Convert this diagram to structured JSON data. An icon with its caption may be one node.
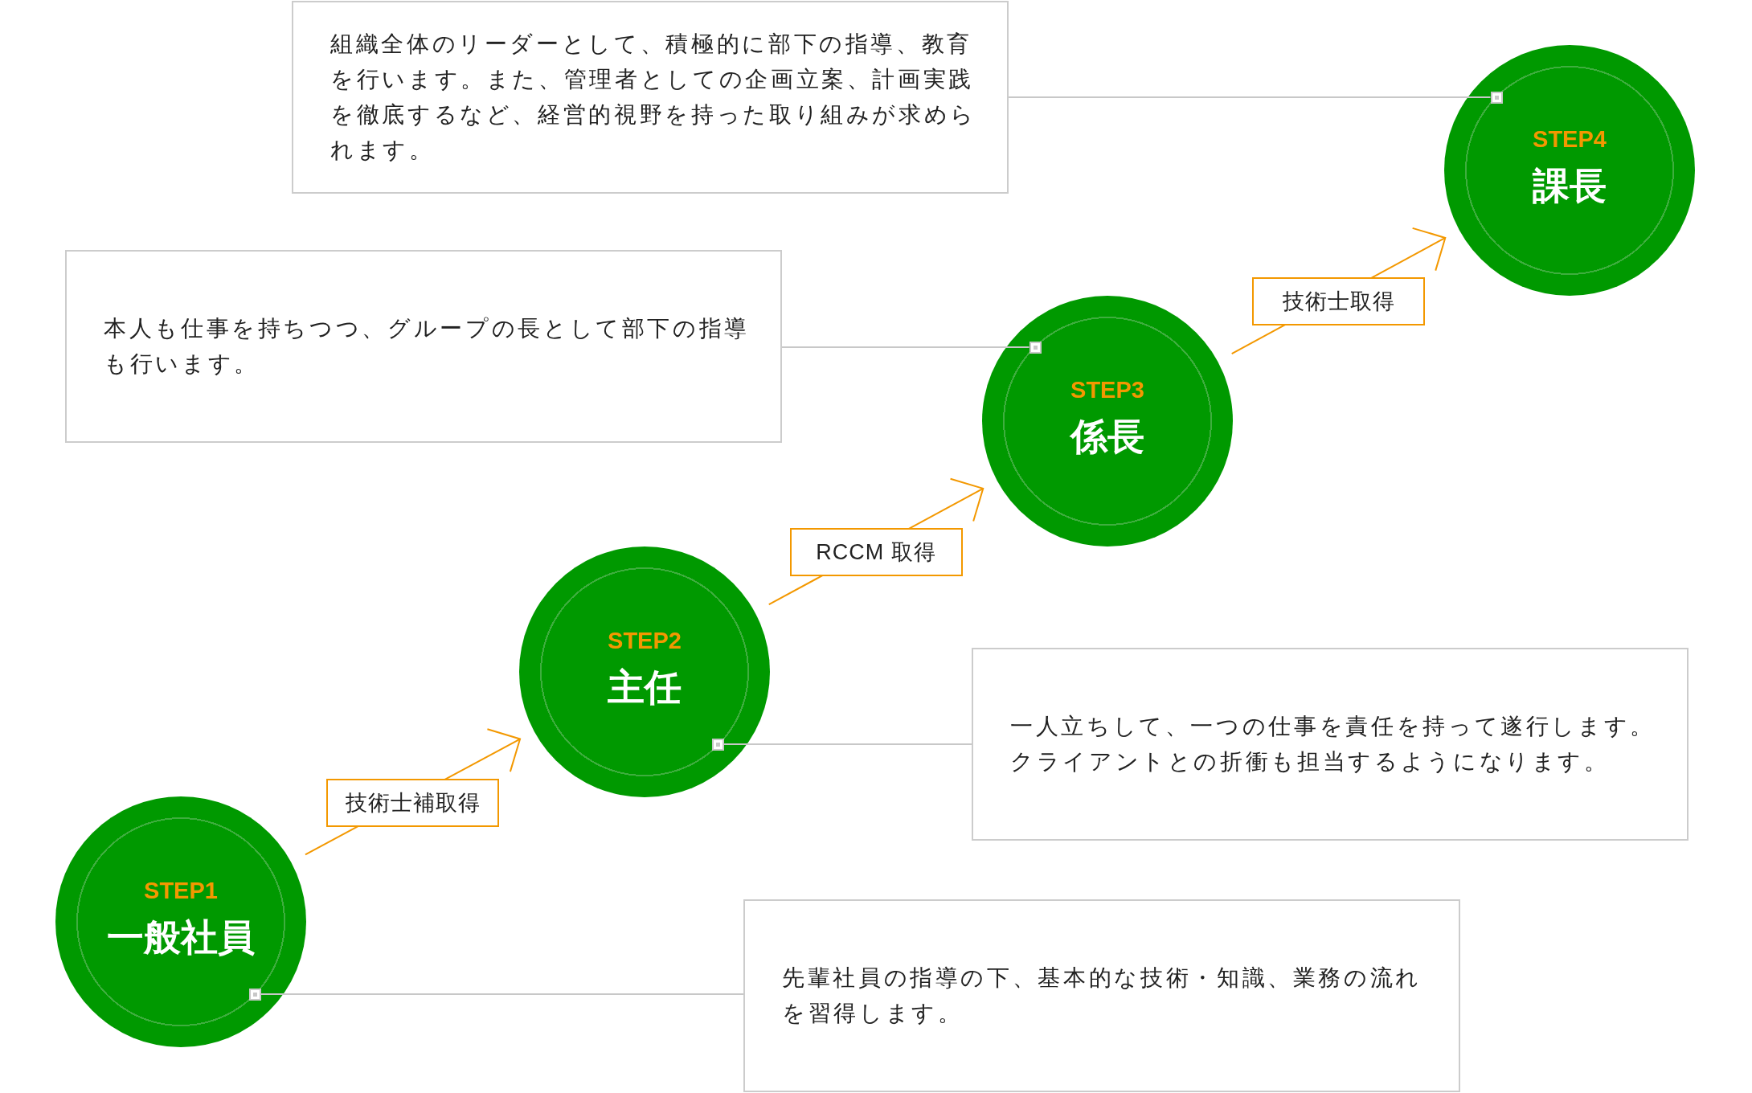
{
  "diagram": {
    "nodes": [
      {
        "text": [
          "組織全体のリーダーとして、積極的に部下の指導、教育を行います。また、管理者としての企画立案、計画実践を徹底するなど、経営的視野を持った取り組みが求められます。"
        ]
      },
      {
        "text": [
          "STEP4",
          "課長"
        ]
      },
      {
        "text": [],
        "shape": "box",
        "in": 1
      },
      {
        "text": [
          "本人も仕事を持ちつつ、グループの長として部下の指導も行います。"
        ]
      },
      {
        "text": [
          "STEP3",
          "係長"
        ]
      },
      {
        "text": [],
        "shape": "box",
        "in": 4
      },
      {
        "text": [
          "STEP2",
          "主任"
        ]
      },
      {
        "text": [],
        "shape": "box",
        "in": 6
      },
      {
        "text": [
          "一人立ちして、一つの仕事を責任を持って遂行します。クライアントとの折衝も担当するようになります。"
        ]
      },
      {
        "text": [
          "STEP1",
          "一般社員"
        ]
      },
      {
        "text": [],
        "shape": "box",
        "in": 9
      },
      {
        "text": [
          "先輩社員の指導の下、基本的な技術・知識、業務の流れを習得します。"
        ]
      }
    ],
    "edges": [
      {
        "from": 0,
        "to": 2,
        "arrow": "none"
      },
      {
        "from": 3,
        "to": 5,
        "arrow": "none"
      },
      {
        "from": 8,
        "to": 7,
        "arrow": "none"
      },
      {
        "from": 11,
        "to": 10,
        "arrow": "none"
      },
      {
        "from": 9,
        "to": 6,
        "arrow": "to",
        "label": "技術士補取得",
        "color": "#f39800"
      },
      {
        "from": 6,
        "to": 4,
        "arrow": "to",
        "label": "RCCM 取得",
        "color": "#f39800"
      },
      {
        "from": 4,
        "to": 1,
        "arrow": "to",
        "label": "技術士取得",
        "color": "#f39800"
      }
    ]
  }
}
